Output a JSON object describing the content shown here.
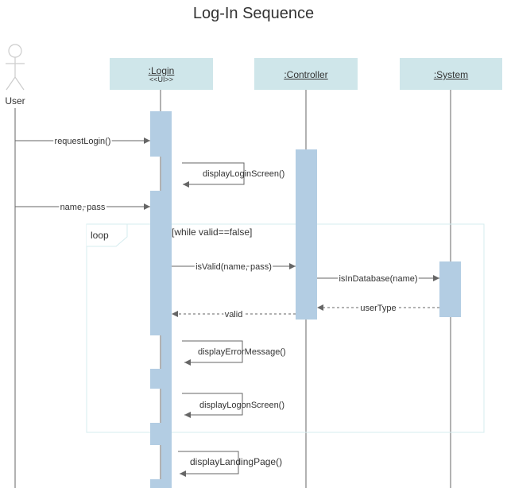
{
  "title": "Log-In Sequence",
  "actor": {
    "label": "User"
  },
  "participants": {
    "login": {
      "name": ":Login",
      "stereotype": "<<UI>>"
    },
    "controller": {
      "name": ":Controller"
    },
    "system": {
      "name": ":System"
    }
  },
  "fragment": {
    "operator": "loop",
    "guard": "[while valid==false]"
  },
  "messages": {
    "request_login": "requestLogin()",
    "display_login_screen": "displayLoginScreen()",
    "name_pass": "name, pass",
    "is_valid": "isValid(name, pass)",
    "is_in_database": "isInDatabase(name)",
    "user_type": "userType",
    "valid": "valid",
    "display_error_message": "displayErrorMessage()",
    "display_logon_screen": "displayLogonScreen()",
    "display_landing_page": "displayLandingPage()"
  },
  "colors": {
    "header_fill": "#cfe6ea",
    "activation_fill": "#b3cde3",
    "line": "#666666",
    "text": "#333333",
    "fragment_border": "#d5ecef"
  }
}
